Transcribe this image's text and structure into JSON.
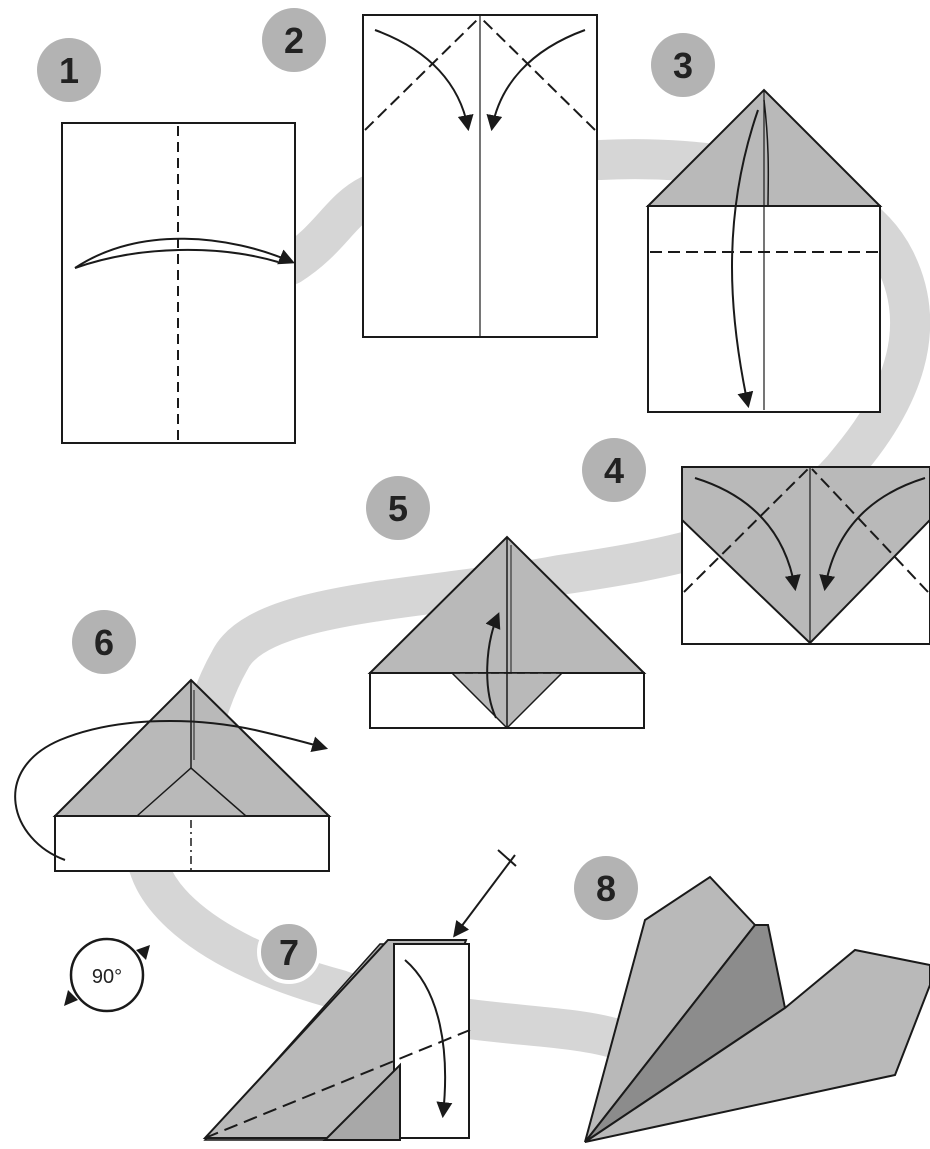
{
  "colors": {
    "background": "#ffffff",
    "path": "#d6d6d6",
    "badge": "#b3b3b3",
    "paper": "#ffffff",
    "paper_folded": "#b9b9b9",
    "paper_dark": "#8c8c8c",
    "line": "#1a1a1a"
  },
  "steps": [
    {
      "number": "1"
    },
    {
      "number": "2"
    },
    {
      "number": "3"
    },
    {
      "number": "4"
    },
    {
      "number": "5"
    },
    {
      "number": "6"
    },
    {
      "number": "7"
    },
    {
      "number": "8"
    }
  ],
  "rotation": {
    "label": "90°",
    "icon": "rotate-icon"
  }
}
